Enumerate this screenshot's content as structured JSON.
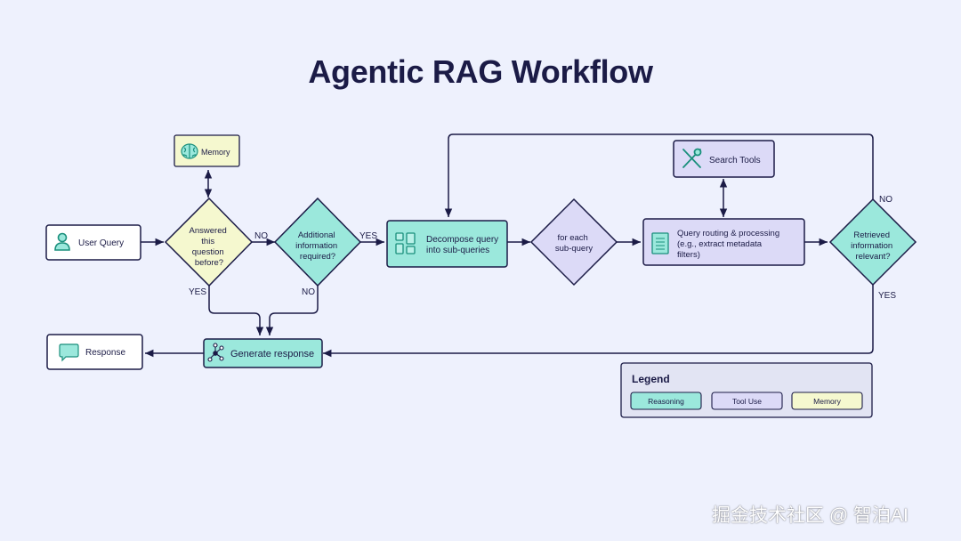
{
  "title": "Agentic RAG Workflow",
  "colors": {
    "background": "#eef1fd",
    "ink": "#1b1b46",
    "reasoning": "#9be8dc",
    "tool_use": "#dcdaf7",
    "memory": "#f5f8cf",
    "neutral": "#ffffff"
  },
  "nodes": {
    "user_query": {
      "label": "User Query",
      "icon": "user-icon"
    },
    "memory": {
      "label": "Memory",
      "icon": "brain-icon"
    },
    "answered_before": {
      "lines": [
        "Answered",
        "this",
        "question",
        "before?"
      ]
    },
    "additional_info": {
      "lines": [
        "Additional",
        "information",
        "required?"
      ]
    },
    "decompose": {
      "lines": [
        "Decompose query",
        "into sub-queries"
      ],
      "icon": "layout-grid-icon"
    },
    "for_each": {
      "lines": [
        "for each",
        "sub-query"
      ]
    },
    "search_tools": {
      "label": "Search Tools",
      "icon": "tools-icon"
    },
    "query_routing": {
      "lines": [
        "Query routing & processing",
        "(e.g., extract metadata",
        "filters)"
      ],
      "icon": "document-icon"
    },
    "retrieved_relevant": {
      "lines": [
        "Retrieved",
        "information",
        "relevant?"
      ]
    },
    "generate_response": {
      "label": "Generate response",
      "icon": "network-icon"
    },
    "response": {
      "label": "Response",
      "icon": "chat-bubble-icon"
    }
  },
  "edge_labels": {
    "answered_no": "NO",
    "answered_yes": "YES",
    "additional_yes": "YES",
    "additional_no": "NO",
    "retrieved_no": "NO",
    "retrieved_yes": "YES"
  },
  "legend": {
    "title": "Legend",
    "items": [
      {
        "label": "Reasoning",
        "color": "#9be8dc"
      },
      {
        "label": "Tool Use",
        "color": "#dcdaf7"
      },
      {
        "label": "Memory",
        "color": "#f5f8cf"
      }
    ]
  },
  "watermark": "掘金技术社区 @ 智泊AI"
}
